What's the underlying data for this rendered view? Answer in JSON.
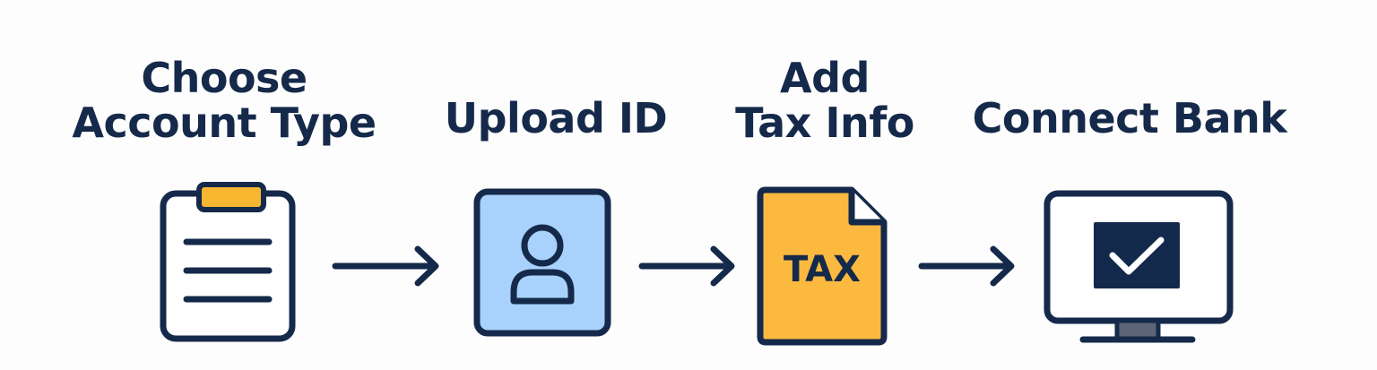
{
  "steps": [
    {
      "title_lines": [
        "Choose",
        "Account Type"
      ],
      "icon": "clipboard-icon"
    },
    {
      "title_lines": [
        "Upload ID"
      ],
      "icon": "id-card-icon"
    },
    {
      "title_lines": [
        "Add",
        "Tax Info"
      ],
      "icon": "tax-document-icon"
    },
    {
      "title_lines": [
        "Connect Bank"
      ],
      "icon": "monitor-check-icon"
    }
  ],
  "tax_doc_label": "TAX",
  "colors": {
    "outline": "#15294a",
    "clipboard_clip": "#f7b731",
    "id_card_fill": "#a8d2fb",
    "tax_doc_fill": "#fbb93f",
    "monitor_screen_fill": "#12294b",
    "monitor_stand": "#5d6475"
  }
}
